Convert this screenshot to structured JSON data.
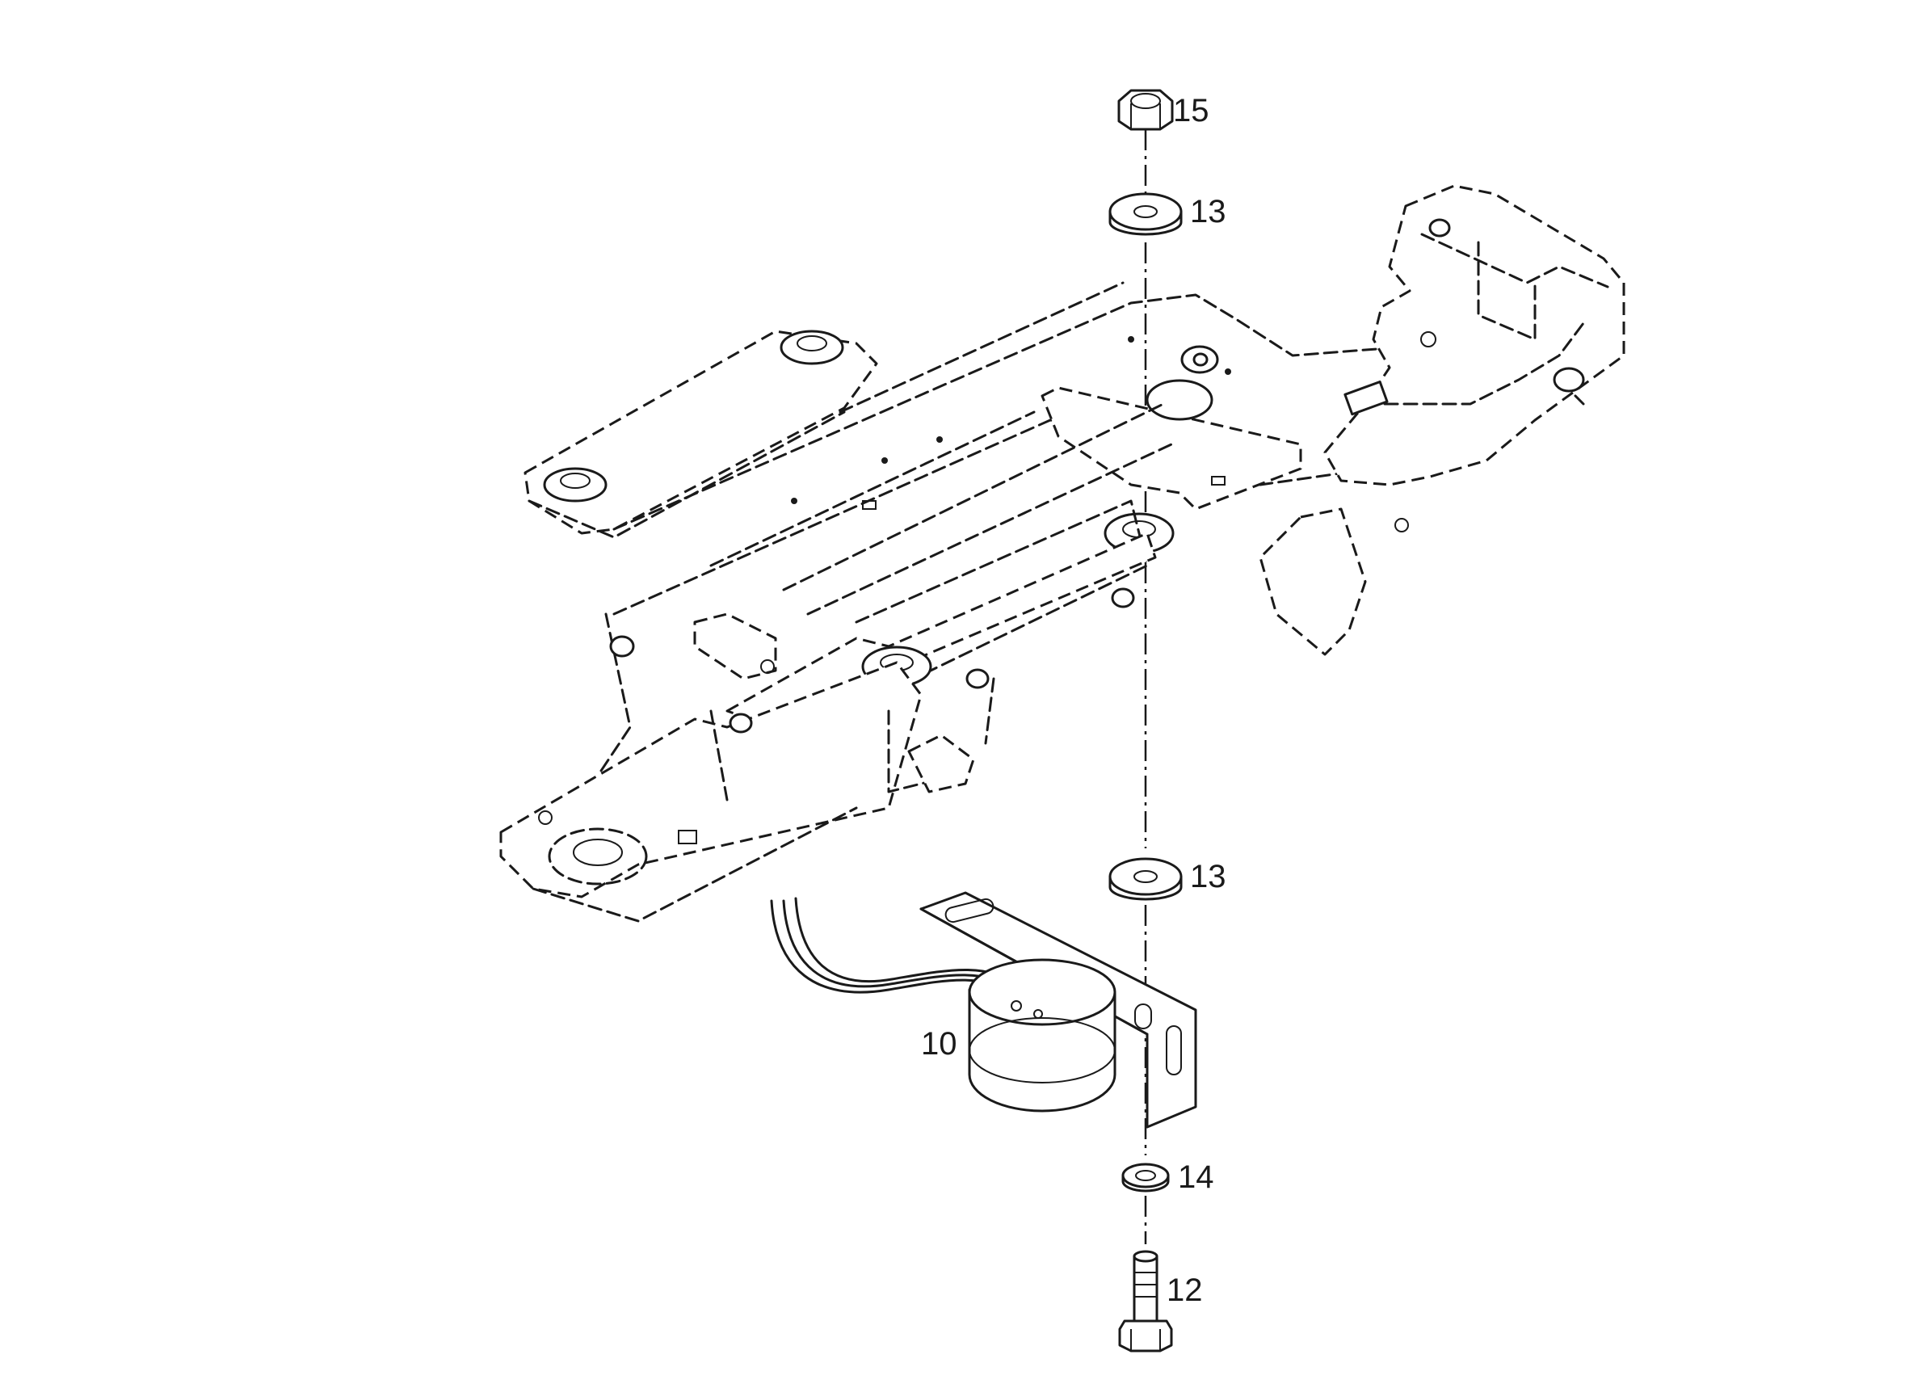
{
  "callouts": [
    {
      "id": "c15",
      "label": "15"
    },
    {
      "id": "c13a",
      "label": "13"
    },
    {
      "id": "c13b",
      "label": "13"
    },
    {
      "id": "c10",
      "label": "10"
    },
    {
      "id": "c14",
      "label": "14"
    },
    {
      "id": "c12",
      "label": "12"
    }
  ],
  "parts": {
    "nut": "hex-nut",
    "washer_upper": "flat-washer",
    "frame": "chassis-frame",
    "washer_lower": "flat-washer",
    "solenoid": "solenoid-with-bracket",
    "lock_washer": "lock-washer",
    "bolt": "hex-bolt"
  }
}
